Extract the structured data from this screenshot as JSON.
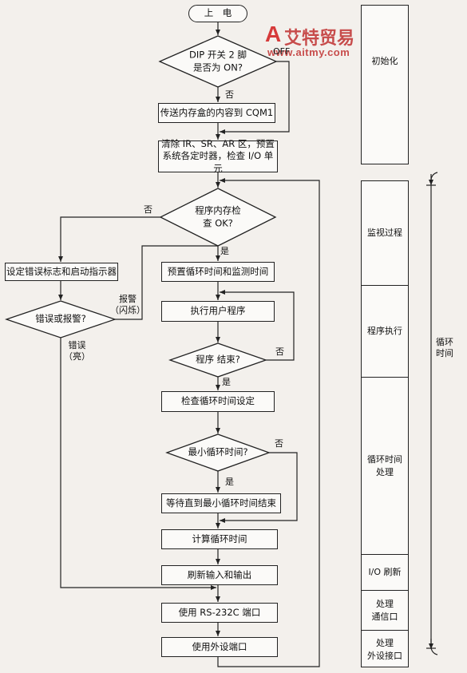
{
  "watermark": {
    "brand": "艾特贸易",
    "url": "www.aitmy.com"
  },
  "flow": {
    "power_on": "上　电",
    "dip_q_line1": "DIP 开关 2 脚",
    "dip_q_line2": "是否为 ON?",
    "dip_off": "OFF",
    "dip_no": "否",
    "transfer": "传送内存盒的内容到 CQM1",
    "clear_line1": "清除 IR、SR、AR 区，预置",
    "clear_line2": "系统各定时器，检查 I/O 单元",
    "mem_q_line1": "程序内存检",
    "mem_q_line2": "查 OK?",
    "mem_no": "否",
    "mem_yes": "是",
    "set_error": "设定错误标志和启动指示器",
    "err_q": "错误或报警?",
    "alarm_line1": "报警",
    "alarm_line2": "（闪烁）",
    "error_line1": "错误",
    "error_line2": "（亮）",
    "preset": "预置循环时间和监测时间",
    "exec_user": "执行用户程序",
    "prog_end_q": "程序 结束?",
    "prog_end_no": "否",
    "prog_end_yes": "是",
    "check_cycle": "检查循环时间设定",
    "min_cycle_q": "最小循环时间?",
    "min_cycle_no": "否",
    "min_cycle_yes": "是",
    "wait_min": "等待直到最小循环时间结束",
    "calc_cycle": "计算循环时间",
    "refresh_io": "刷新输入和输出",
    "use_rs232": "使用 RS-232C 端口",
    "use_periph": "使用外设端口"
  },
  "side": {
    "init": "初始化",
    "monitor": "监视过程",
    "prog_exec": "程序执行",
    "cycle_proc_line1": "循环时间",
    "cycle_proc_line2": "处理",
    "io_refresh": "I/O 刷新",
    "comm_line1": "处理",
    "comm_line2": "通信口",
    "periph_line1": "处理",
    "periph_line2": "外设接口",
    "cycle_time_line1": "循环",
    "cycle_time_line2": "时间"
  }
}
